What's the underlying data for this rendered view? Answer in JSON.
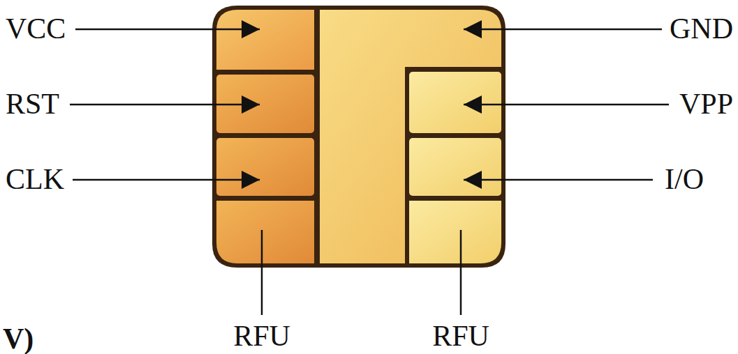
{
  "diagram": {
    "labels": [
      "VCC",
      "GND",
      "RST",
      "VPP",
      "CLK",
      "I/O",
      "V)",
      "RFU",
      "RFU"
    ]
  }
}
